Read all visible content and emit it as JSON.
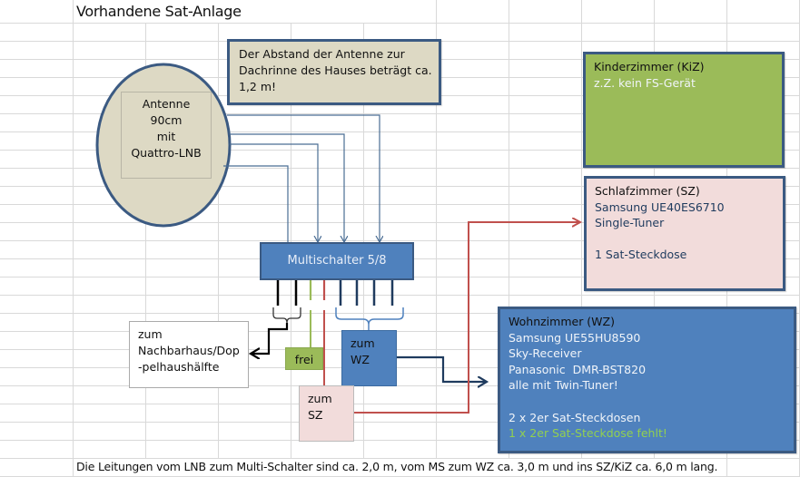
{
  "title": "Vorhandene Sat-Anlage",
  "note": {
    "lines": [
      "Der Abstand der Antenne zur",
      "Dachrinne des Hauses beträgt ca.",
      "1,2 m!"
    ]
  },
  "antenna": {
    "lines": [
      "Antenne",
      "90cm",
      "mit",
      "Quattro-LNB"
    ]
  },
  "multiswitch": {
    "label": "Multischalter 5/8"
  },
  "outputs": {
    "nachbar": {
      "lines": [
        "zum",
        "Nachbarhaus/Dop",
        "-pelhaushälfte"
      ]
    },
    "frei": {
      "label": "frei"
    },
    "to_wz": {
      "lines": [
        "zum",
        "WZ"
      ]
    },
    "to_sz": {
      "lines": [
        "zum",
        "SZ"
      ]
    }
  },
  "rooms": {
    "kinderzimmer": {
      "title": "Kinderzimmer (KiZ)",
      "lines": [
        "z.Z. kein FS-Gerät"
      ]
    },
    "schlafzimmer": {
      "title": "Schlafzimmer (SZ)",
      "lines": [
        "Samsung UE40ES6710",
        "Single-Tuner",
        "",
        "1 Sat-Steckdose"
      ]
    },
    "wohnzimmer": {
      "title": "Wohnzimmer (WZ)",
      "lines": [
        "Samsung UE55HU8590",
        "Sky-Receiver",
        "Panasonic  DMR-BST820",
        "alle mit Twin-Tuner!",
        "",
        "2 x 2er Sat-Steckdosen"
      ],
      "missing": "1 x 2er Sat-Steckdose fehlt!"
    }
  },
  "footer": "Die Leitungen vom LNB zum Multi-Schalter sind ca. 2,0 m, vom MS zum WZ ca. 3,0 m und ins SZ/KiZ ca. 6,0 m lang.",
  "colors": {
    "accent_blue": "#4f81bd",
    "border_blue": "#3b5a82",
    "note_beige": "#ddd9c4",
    "kiz_green": "#9bbb59",
    "sz_pink": "#f2dcdb",
    "wire_red": "#c0504d",
    "wire_green": "#9bbb59",
    "wire_dark": "#1f3b5e",
    "missing_green": "#92d050"
  }
}
